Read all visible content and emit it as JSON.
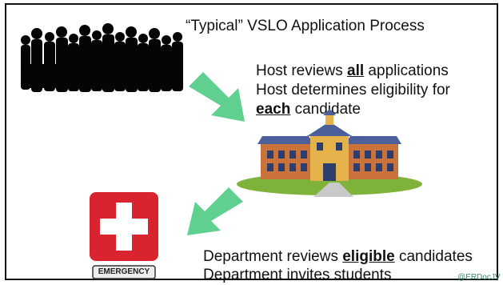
{
  "slide": {
    "title": "“Typical” VSLO Application Process",
    "host_line1_pre": "Host reviews ",
    "host_line1_em": "all",
    "host_line1_post": " applications",
    "host_line2": "Host determines eligibility for",
    "host_line3_em": "each",
    "host_line3_post": " candidate",
    "dept_line1_pre": "Department reviews ",
    "dept_line1_em": "eligible",
    "dept_line1_post": " candidates",
    "dept_line2": "Department invites students",
    "emergency_label": "EMERGENCY",
    "credit": "@ERDocJV"
  },
  "colors": {
    "arrow": "#5fd08f",
    "cross_red": "#d9232e",
    "building_brick": "#c9733a",
    "roof_blue": "#4b5f9a",
    "grass": "#7fb23a"
  }
}
